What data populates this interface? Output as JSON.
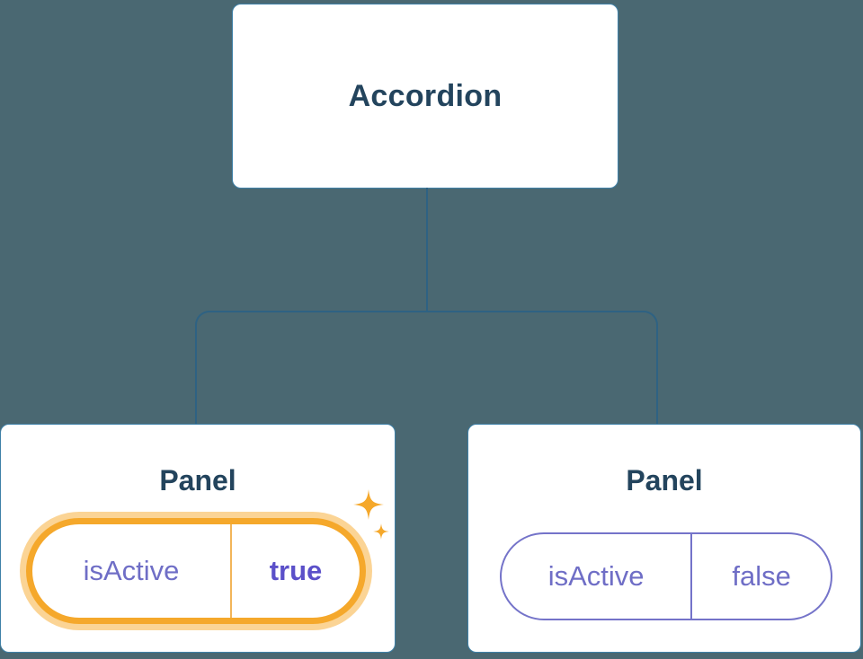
{
  "diagram": {
    "root_label": "Accordion",
    "panels": [
      {
        "title": "Panel",
        "state_key": "isActive",
        "state_value": "true",
        "highlighted": true
      },
      {
        "title": "Panel",
        "state_key": "isActive",
        "state_value": "false",
        "highlighted": false
      }
    ]
  },
  "icons": {
    "sparkle": "four-pointed-star"
  },
  "colors": {
    "background": "#4A6872",
    "node_text": "#23445D",
    "node_border": "#3F81A8",
    "connector": "#2E6283",
    "state_text": "#6F6EC6",
    "state_value_active": "#5B50C9",
    "highlight": "#F5A82B",
    "highlight_glow": "#FACD82"
  }
}
